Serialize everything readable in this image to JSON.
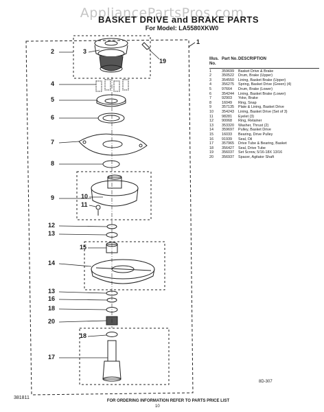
{
  "watermark": "AppliancePartsPros.com",
  "header": {
    "title": "BASKET DRIVE and BRAKE PARTS",
    "subtitle": "For Model: LA5580XKW0"
  },
  "callouts": [
    "1",
    "2",
    "3",
    "19",
    "4",
    "5",
    "6",
    "7",
    "8",
    "9",
    "10",
    "11",
    "12",
    "13",
    "15",
    "14",
    "13",
    "16",
    "18",
    "20",
    "18",
    "17"
  ],
  "table": {
    "headers": {
      "illus": "Illus. No.",
      "part": "Part No.",
      "desc": "DESCRIPTION"
    },
    "rows": [
      {
        "illus": "1",
        "part": "359699",
        "desc": "Basket Drive & Brake"
      },
      {
        "illus": "2",
        "part": "350522",
        "desc": "Drum, Brake (Upper)"
      },
      {
        "illus": "3",
        "part": "354550",
        "desc": "Lining, Basket Brake (Upper)"
      },
      {
        "illus": "4",
        "part": "356275",
        "desc": "Spring, Basket Drive (Green) (4)"
      },
      {
        "illus": "5",
        "part": "97664",
        "desc": "Drum, Brake (Lower)"
      },
      {
        "illus": "6",
        "part": "354244",
        "desc": "Lining, Basket Brake (Lower)"
      },
      {
        "illus": "7",
        "part": "92903",
        "desc": "Yoke, Brake"
      },
      {
        "illus": "8",
        "part": "16049",
        "desc": "Ring, Snap"
      },
      {
        "illus": "9",
        "part": "357135",
        "desc": "Plate & Lining, Basket Drive"
      },
      {
        "illus": "10",
        "part": "354243",
        "desc": "Lining, Basket Drive (Set of 3)"
      },
      {
        "illus": "11",
        "part": "98281",
        "desc": "Eyelet (3)"
      },
      {
        "illus": "12",
        "part": "90068",
        "desc": "Ring, Retainer"
      },
      {
        "illus": "13",
        "part": "353320",
        "desc": "Washer, Thrust (2)"
      },
      {
        "illus": "14",
        "part": "359697",
        "desc": "Pulley, Basket Drive"
      },
      {
        "illus": "15",
        "part": "16033",
        "desc": "Bearing, Drive Pulley"
      },
      {
        "illus": "16",
        "part": "91939",
        "desc": "Seal, Oil"
      },
      {
        "illus": "17",
        "part": "357965",
        "desc": "Drive Tube & Bearing, Basket"
      },
      {
        "illus": "18",
        "part": "356427",
        "desc": "Seal, Drive Tube"
      },
      {
        "illus": "19",
        "part": "356037",
        "desc": "Set Screw, 5/16-18X 13/16"
      },
      {
        "illus": "20",
        "part": "356937",
        "desc": "Spacer, Agitator Shaft"
      }
    ]
  },
  "diagram_code": "8D-307",
  "footer": {
    "left_code": "381811",
    "note": "FOR ORDERING INFORMATION REFER TO PARTS PRICE LIST",
    "page": "10"
  }
}
